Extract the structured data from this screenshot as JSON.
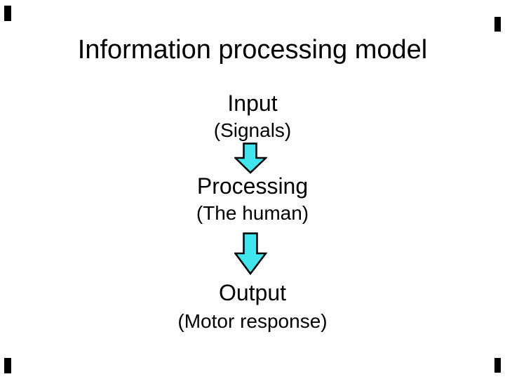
{
  "slide": {
    "title": "Information processing model",
    "flow": [
      {
        "label": "Input",
        "sublabel": "(Signals)"
      },
      {
        "label": "Processing",
        "sublabel": "(The human)"
      },
      {
        "label": "Output",
        "sublabel": "(Motor response)"
      }
    ],
    "arrows": [
      {
        "name": "input-to-processing",
        "direction": "down"
      },
      {
        "name": "processing-to-output",
        "direction": "down"
      }
    ],
    "colors": {
      "background": "#FFFFFF",
      "text": "#000000",
      "arrow_fill": "#40E6EE",
      "arrow_outline": "#000000",
      "corner_mark": "#000000"
    }
  }
}
